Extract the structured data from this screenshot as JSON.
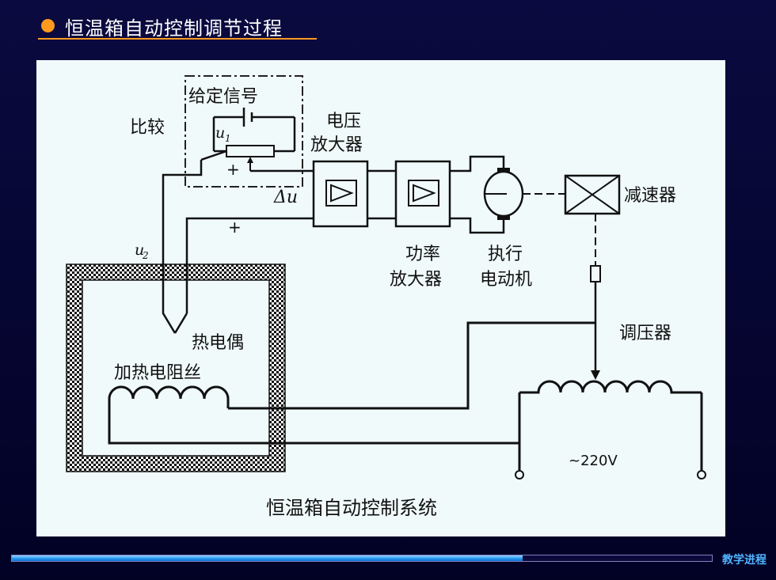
{
  "slide": {
    "title": "恒温箱自动控制调节过程",
    "bullet_color": "#ff9a1e",
    "nav_label": "教学进程",
    "progress": 0.73
  },
  "diagram": {
    "caption": "恒温箱自动控制系统",
    "labels": {
      "reference": "给定信号",
      "compare": "比较",
      "u1": "u",
      "u1_sub": "1",
      "plus1": "+",
      "plus2": "+",
      "delta_u": "Δu",
      "u2": "u",
      "u2_sub": "2",
      "voltage_amp_1": "电压",
      "voltage_amp_2": "放大器",
      "power_amp_1": "功率",
      "power_amp_2": "放大器",
      "motor_1": "执行",
      "motor_2": "电动机",
      "reducer": "减速器",
      "autotransformer": "调压器",
      "thermocouple": "热电偶",
      "heater": "加热电阻丝",
      "mains": "~220V"
    }
  }
}
